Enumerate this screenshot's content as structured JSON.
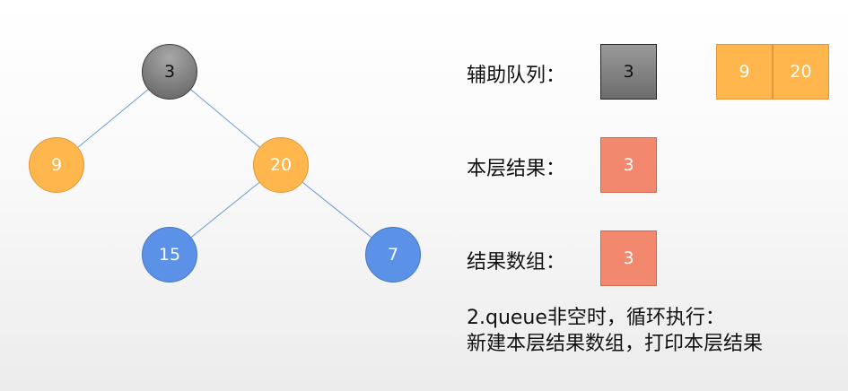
{
  "tree": {
    "nodes": [
      {
        "id": "n3",
        "value": "3",
        "color": "#7c7c7c"
      },
      {
        "id": "n9",
        "value": "9",
        "color": "#ffb74d"
      },
      {
        "id": "n20",
        "value": "20",
        "color": "#ffb74d"
      },
      {
        "id": "n15",
        "value": "15",
        "color": "#5b91e6"
      },
      {
        "id": "n7",
        "value": "7",
        "color": "#5b91e6"
      }
    ],
    "edges": [
      {
        "from": "3",
        "to": "9"
      },
      {
        "from": "3",
        "to": "20"
      },
      {
        "from": "20",
        "to": "15"
      },
      {
        "from": "20",
        "to": "7"
      }
    ],
    "edge_color": "#6a9ad8"
  },
  "queue": {
    "label": "辅助队列：",
    "current": "3",
    "pending": [
      "9",
      "20"
    ]
  },
  "level_result": {
    "label": "本层结果：",
    "values": [
      "3"
    ]
  },
  "result_array": {
    "label": "结果数组：",
    "values": [
      "3"
    ]
  },
  "step": {
    "line1": "2.queue非空时，循环执行：",
    "line2": "新建本层结果数组，打印本层结果"
  },
  "colors": {
    "gray": "#7c7c7c",
    "orange": "#ffb74d",
    "blue": "#5b91e6",
    "salmon": "#f2896f"
  }
}
